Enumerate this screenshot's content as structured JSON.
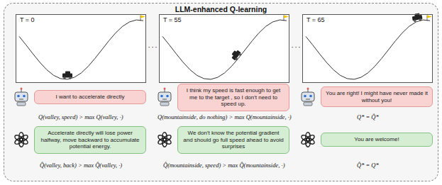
{
  "diagram": {
    "nodes": [
      {
        "text": [
          "LLM-enhanced Q-learning"
        ]
      },
      {
        "text": [
          "T = 0"
        ],
        "in": 0
      },
      {
        "text": [
          "T = 55"
        ],
        "in": 0
      },
      {
        "text": [
          "T = 65"
        ],
        "in": 0
      },
      {
        "text": [
          "I want to accelerate directly"
        ],
        "in": 0
      },
      {
        "text": [
          "I think my speed is fast enough to get me to the target , so I don't need to speed up."
        ],
        "in": 0
      },
      {
        "text": [
          "You are right! I might have never made it without you!"
        ],
        "in": 0
      },
      {
        "text": [
          "Accelerate directly will lose power halfway, move backward to accumulate potential energy."
        ],
        "in": 0
      },
      {
        "text": [
          "We don't know the potential gradient and should go full speed ahead to avoid surprises"
        ],
        "in": 0
      },
      {
        "text": [
          "You are welcome!"
        ],
        "in": 0
      }
    ],
    "labels": [
      "· · ·",
      "· · ·",
      "Q(valley, speed) > max Q(valley, ·)",
      "Q(mountainside, do nothing) > max Q(mountainside, ·)",
      "Q* = Q̂*",
      "Q̂(valley, back) > max Q̂(valley, ·)",
      "Q̂(mountainside, speed) > max Q̂(mountainside, ·)",
      "Q̂* = Q*"
    ]
  }
}
